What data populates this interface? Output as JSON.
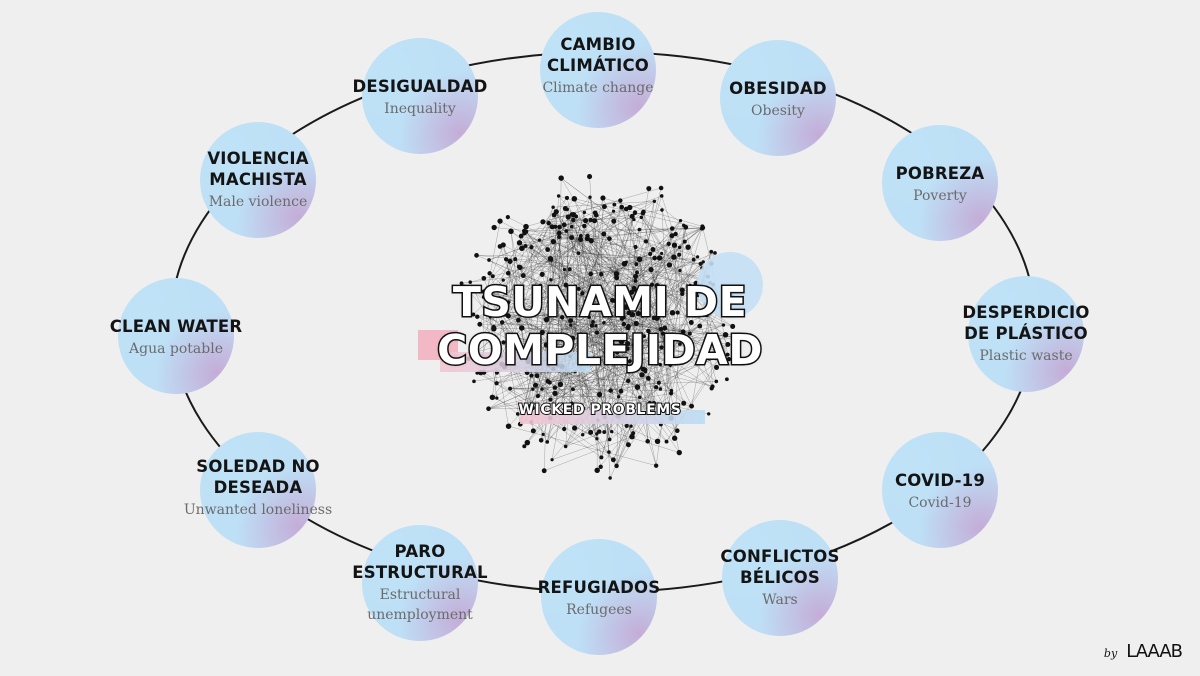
{
  "colors": {
    "background": "#efefef",
    "bubble_blue": "#bde0f6",
    "bubble_lilac": "#c4aad6",
    "accent_pink": "#f2b8c6",
    "accent_blue": "#bcdcf4"
  },
  "center": {
    "title": "TSUNAMI DE\nCOMPLEJIDAD",
    "subtitle": "WICKED PROBLEMS"
  },
  "nodes": [
    {
      "title": "CAMBIO\nCLIMÁTICO",
      "subtitle": "Climate change"
    },
    {
      "title": "OBESIDAD",
      "subtitle": "Obesity"
    },
    {
      "title": "POBREZA",
      "subtitle": "Poverty"
    },
    {
      "title": "DESPERDICIO\nDE PLÁSTICO",
      "subtitle": "Plastic waste"
    },
    {
      "title": "COVID-19",
      "subtitle": "Covid-19"
    },
    {
      "title": "CONFLICTOS\nBÉLICOS",
      "subtitle": "Wars"
    },
    {
      "title": "REFUGIADOS",
      "subtitle": "Refugees"
    },
    {
      "title": "PARO\nESTRUCTURAL",
      "subtitle": "Estructural\nunemployment"
    },
    {
      "title": "SOLEDAD NO\nDESEADA",
      "subtitle": "Unwanted loneliness"
    },
    {
      "title": "CLEAN WATER",
      "subtitle": "Agua potable"
    },
    {
      "title": "VIOLENCIA\nMACHISTA",
      "subtitle": "Male violence"
    },
    {
      "title": "DESIGUALDAD",
      "subtitle": "Inequality"
    }
  ],
  "signature": {
    "by": "by",
    "logo": "LAAAB"
  }
}
